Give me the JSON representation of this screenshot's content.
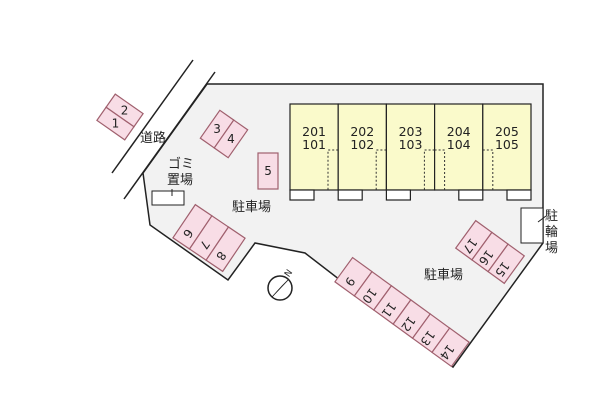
{
  "labels": {
    "road": "道路",
    "garbage_line1": "ゴミ",
    "garbage_line2": "置場",
    "parking_main": "駐車場",
    "parking_right": "駐車場",
    "bike_1": "駐",
    "bike_2": "輪",
    "bike_3": "場",
    "north": "N"
  },
  "units": [
    {
      "upper": "201",
      "lower": "101"
    },
    {
      "upper": "202",
      "lower": "102"
    },
    {
      "upper": "203",
      "lower": "103"
    },
    {
      "upper": "204",
      "lower": "104"
    },
    {
      "upper": "205",
      "lower": "105"
    }
  ],
  "parking_groups": [
    {
      "spaces": [
        "2",
        "1"
      ]
    },
    {
      "spaces": [
        "3",
        "4"
      ]
    },
    {
      "spaces": [
        "5"
      ]
    },
    {
      "spaces": [
        "6",
        "7",
        "8"
      ]
    },
    {
      "spaces": [
        "9",
        "10",
        "11",
        "12",
        "13",
        "14"
      ]
    },
    {
      "spaces": [
        "17",
        "16",
        "15"
      ]
    }
  ],
  "colors": {
    "lot": "#f2f2f2",
    "building": "#fafacb",
    "parking": "#f8dde6",
    "parking_border": "#a0606e",
    "line": "#222222"
  }
}
